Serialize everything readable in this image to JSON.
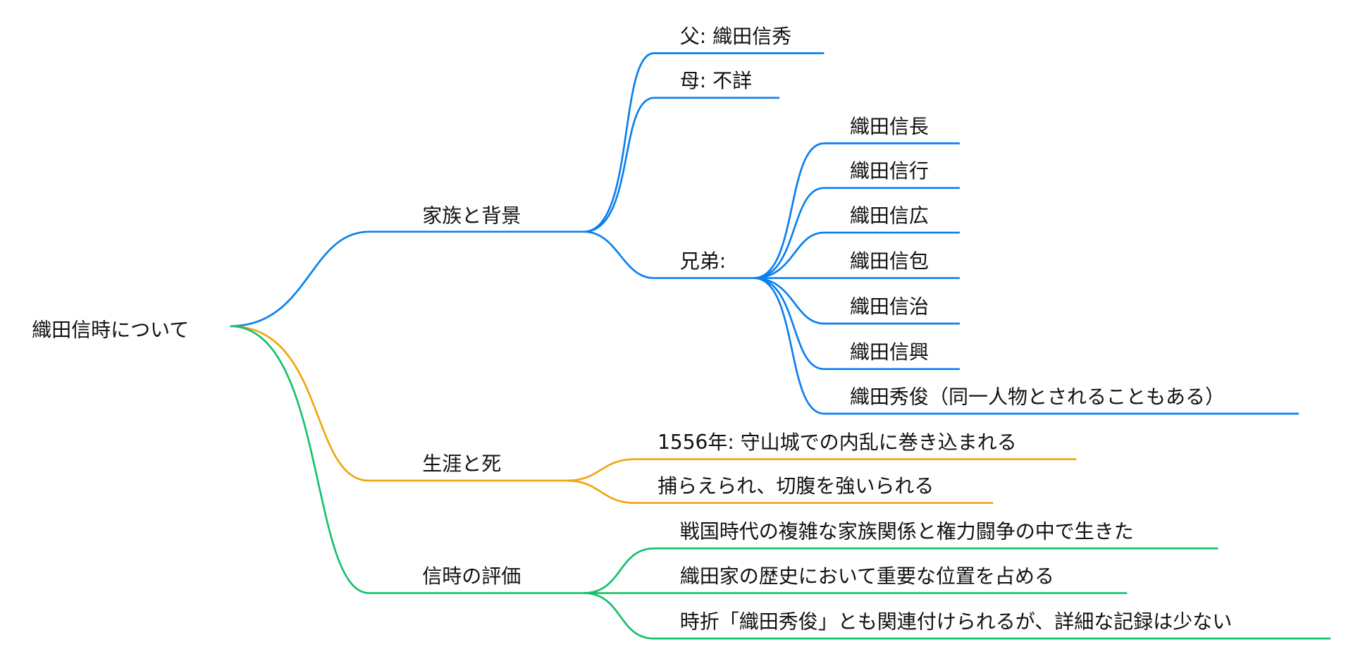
{
  "root": "織田信時について",
  "colors": {
    "family": "#0b7ff0",
    "life": "#f2a50c",
    "evaluation": "#14c06a"
  },
  "family": {
    "label": "家族と背景",
    "father": "父: 織田信秀",
    "mother": "母: 不詳",
    "siblings_label": "兄弟:",
    "siblings": [
      "織田信長",
      "織田信行",
      "織田信広",
      "織田信包",
      "織田信治",
      "織田信興",
      "織田秀俊（同一人物とされることもある）"
    ]
  },
  "life": {
    "label": "生涯と死",
    "items": [
      "1556年: 守山城での内乱に巻き込まれる",
      "捕らえられ、切腹を強いられる"
    ]
  },
  "evaluation": {
    "label": "信時の評価",
    "items": [
      "戦国時代の複雑な家族関係と権力闘争の中で生きた",
      "織田家の歴史において重要な位置を占める",
      "時折「織田秀俊」とも関連付けられるが、詳細な記録は少ない"
    ]
  }
}
